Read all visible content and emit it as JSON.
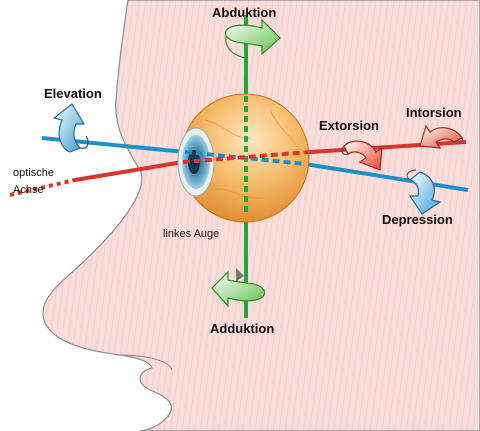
{
  "labels": {
    "abduktion": "Abduktion",
    "adduktion": "Adduktion",
    "elevation": "Elevation",
    "depression": "Depression",
    "extorsion": "Extorsion",
    "intorsion": "Intorsion",
    "optische": "optische",
    "achse": "Achse",
    "linkes_auge": "linkes Auge"
  },
  "colors": {
    "face_fill": "#f7d9d6",
    "face_stroke": "#7a7a7a",
    "axis_green": "#22a83a",
    "axis_blue": "#1f8fc8",
    "axis_red": "#d8362a",
    "eye_orange": "#f2a24a",
    "iris_blue": "#5aa7c7",
    "arrow_green": "#8fd27a",
    "arrow_blue": "#7cc0ea",
    "arrow_red": "#f07a5a"
  },
  "icons": {
    "eye": "eyeball-icon",
    "abduction_arrow": "rotation-arrow-icon",
    "adduction_arrow": "rotation-arrow-icon",
    "elevation_arrow": "rotation-arrow-icon",
    "depression_arrow": "rotation-arrow-icon",
    "extorsion_arrow": "rotation-arrow-icon",
    "intorsion_arrow": "rotation-arrow-icon"
  }
}
